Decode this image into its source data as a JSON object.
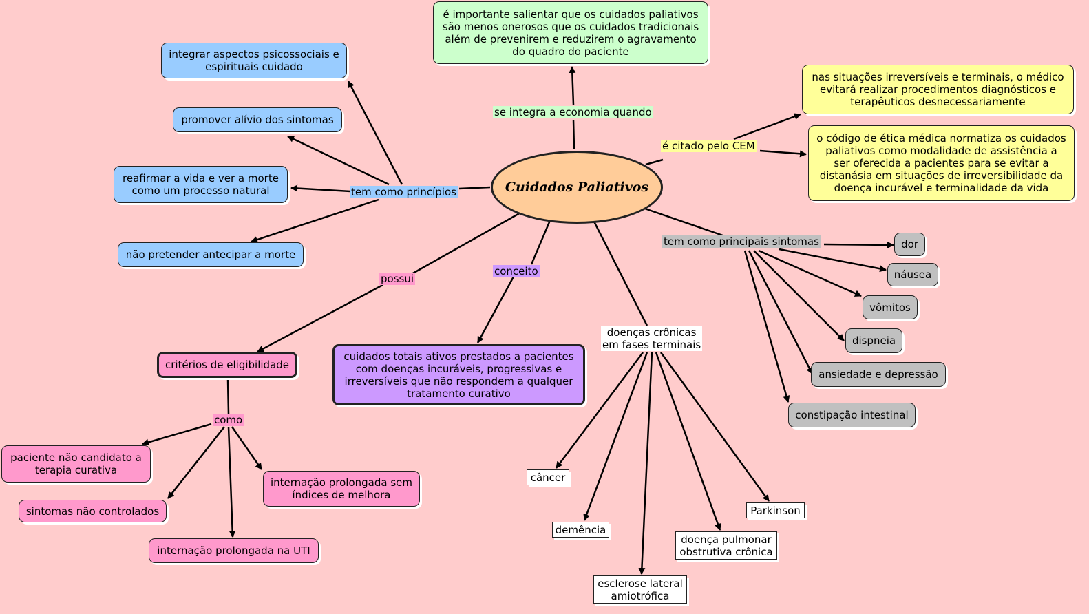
{
  "central": "Cuidados Paliativos",
  "links": {
    "economia": "se integra a economia quando",
    "cem": "é citado pelo CEM",
    "principios": "tem como princípios",
    "sintomas": "tem como principais sintomas",
    "possui": "possui",
    "conceito": "conceito",
    "doencas": "doenças crônicas\nem fases terminais",
    "como": "como"
  },
  "nodes": {
    "economia_text": "é importante salientar que os cuidados paliativos\nsão menos onerosos que os cuidados tradicionais\nalém de prevenirem e reduzirem o agravamento\ndo quadro do paciente",
    "cem_1": "nas situações irreversíveis e terminais, o médico\nevitará realizar procedimentos diagnósticos e\nterapêuticos desnecessariamente",
    "cem_2": "o código de ética médica normatiza os cuidados\npaliativos como modalidade de assistência a\nser oferecida a pacientes para se evitar a\ndistanásia em situações de irreversibilidade da\ndoença incurável e terminalidade da vida",
    "principios": [
      "integrar aspectos psicossociais e\nespirituais cuidado",
      "promover alívio dos sintomas",
      "reafirmar a vida e ver a morte\ncomo um processo natural",
      "não pretender antecipar a morte"
    ],
    "sintomas": [
      "dor",
      "náusea",
      "vômitos",
      "dispneia",
      "ansiedade e depressão",
      "constipação intestinal"
    ],
    "criterios": "critérios de eligibilidade",
    "criterios_items": [
      "paciente não candidato a\nterapia curativa",
      "sintomas não controlados",
      "internação prolongada na UTI",
      "internação prolongada sem\níndices de melhora"
    ],
    "conceito_text": "cuidados totais ativos prestados a pacientes\ncom doenças incuráveis, progressivas e\nirreversíveis que não respondem a qualquer\ntratamento curativo",
    "doencas": [
      "câncer",
      "demência",
      "esclerose lateral\namiotrófica",
      "doença pulmonar\nobstrutiva crônica",
      "Parkinson"
    ]
  },
  "colors": {
    "background": "#ffcccc",
    "center": "#ffcc99",
    "green": "#ccffcc",
    "yellow": "#ffff99",
    "blue": "#99ccff",
    "gray": "#c0c0c0",
    "pink": "#ff99cc",
    "purple": "#cc99ff"
  }
}
